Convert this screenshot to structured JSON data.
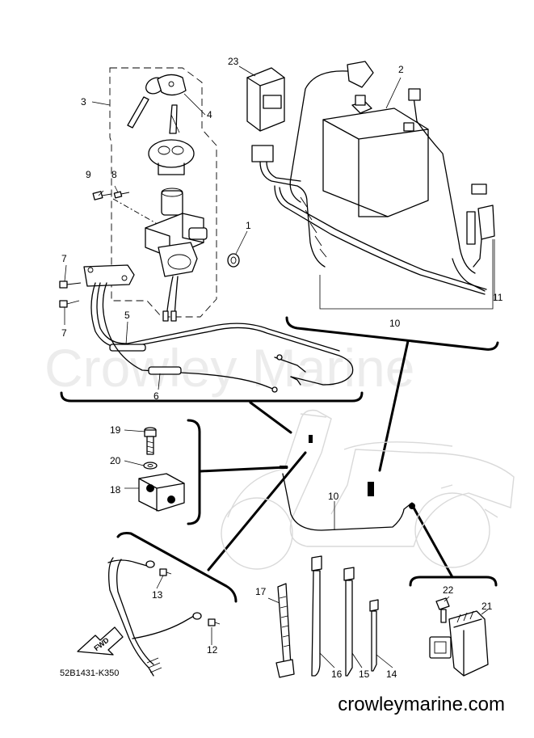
{
  "watermark": "Crowley Marine",
  "site": "crowleymarine.com",
  "drawing_code": "52B1431-K350",
  "fwd_label": "FWD",
  "callouts": {
    "c1": "1",
    "c2": "2",
    "c3": "3",
    "c4": "4",
    "c5": "5",
    "c6": "6",
    "c7a": "7",
    "c7b": "7",
    "c8": "8",
    "c9": "9",
    "c10a": "10",
    "c10b": "10",
    "c11": "11",
    "c12": "12",
    "c13": "13",
    "c14": "14",
    "c15": "15",
    "c16": "16",
    "c17": "17",
    "c18": "18",
    "c19": "19",
    "c20": "20",
    "c21": "21",
    "c22": "22",
    "c23": "23"
  }
}
